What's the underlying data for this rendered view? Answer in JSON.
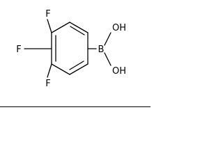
{
  "molecule": {
    "atoms": {
      "fluorine_top": "F",
      "fluorine_left": "F",
      "fluorine_bottom": "F",
      "boron": "B",
      "hydroxyl_top": "OH",
      "hydroxyl_bottom": "OH"
    }
  },
  "colors": {
    "ink": "#000000",
    "background": "#ffffff"
  }
}
